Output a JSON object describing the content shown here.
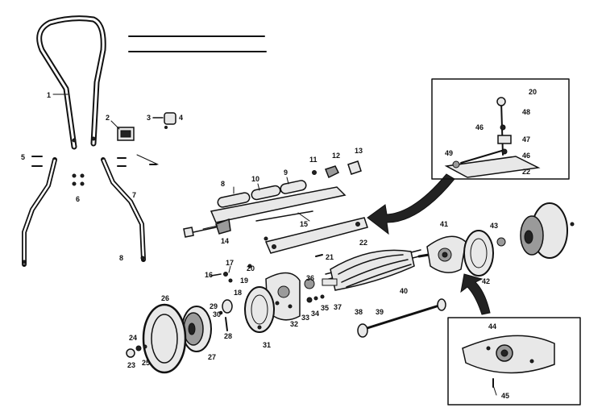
{
  "parts": {
    "p1": "1",
    "p2": "2",
    "p3": "3",
    "p4": "4",
    "p5": "5",
    "p6": "6",
    "p7": "7",
    "p8": "8",
    "p9": "9",
    "p10": "10",
    "p11": "11",
    "p12": "12",
    "p13": "13",
    "p14": "14",
    "p15": "15",
    "p16": "16",
    "p17": "17",
    "p18": "18",
    "p19": "19",
    "p20": "20",
    "p21": "21",
    "p22": "22",
    "p23": "23",
    "p24": "24",
    "p25": "25",
    "p26": "26",
    "p27": "27",
    "p28": "28",
    "p29": "29",
    "p30": "30",
    "p31": "31",
    "p32": "32",
    "p33": "33",
    "p34": "34",
    "p35": "35",
    "p36": "36",
    "p37": "37",
    "p38": "38",
    "p39": "39",
    "p40": "40",
    "p41": "41",
    "p42": "42",
    "p43": "43",
    "p44": "44",
    "p45": "45",
    "p46": "46",
    "p47": "47",
    "p48": "48",
    "p49": "49"
  },
  "inset_top": {
    "a": "20",
    "b": "48",
    "c": "46",
    "d": "47",
    "e": "46",
    "f": "49",
    "g": "22"
  },
  "inset_bottom": {
    "a": "44",
    "b": "45"
  }
}
